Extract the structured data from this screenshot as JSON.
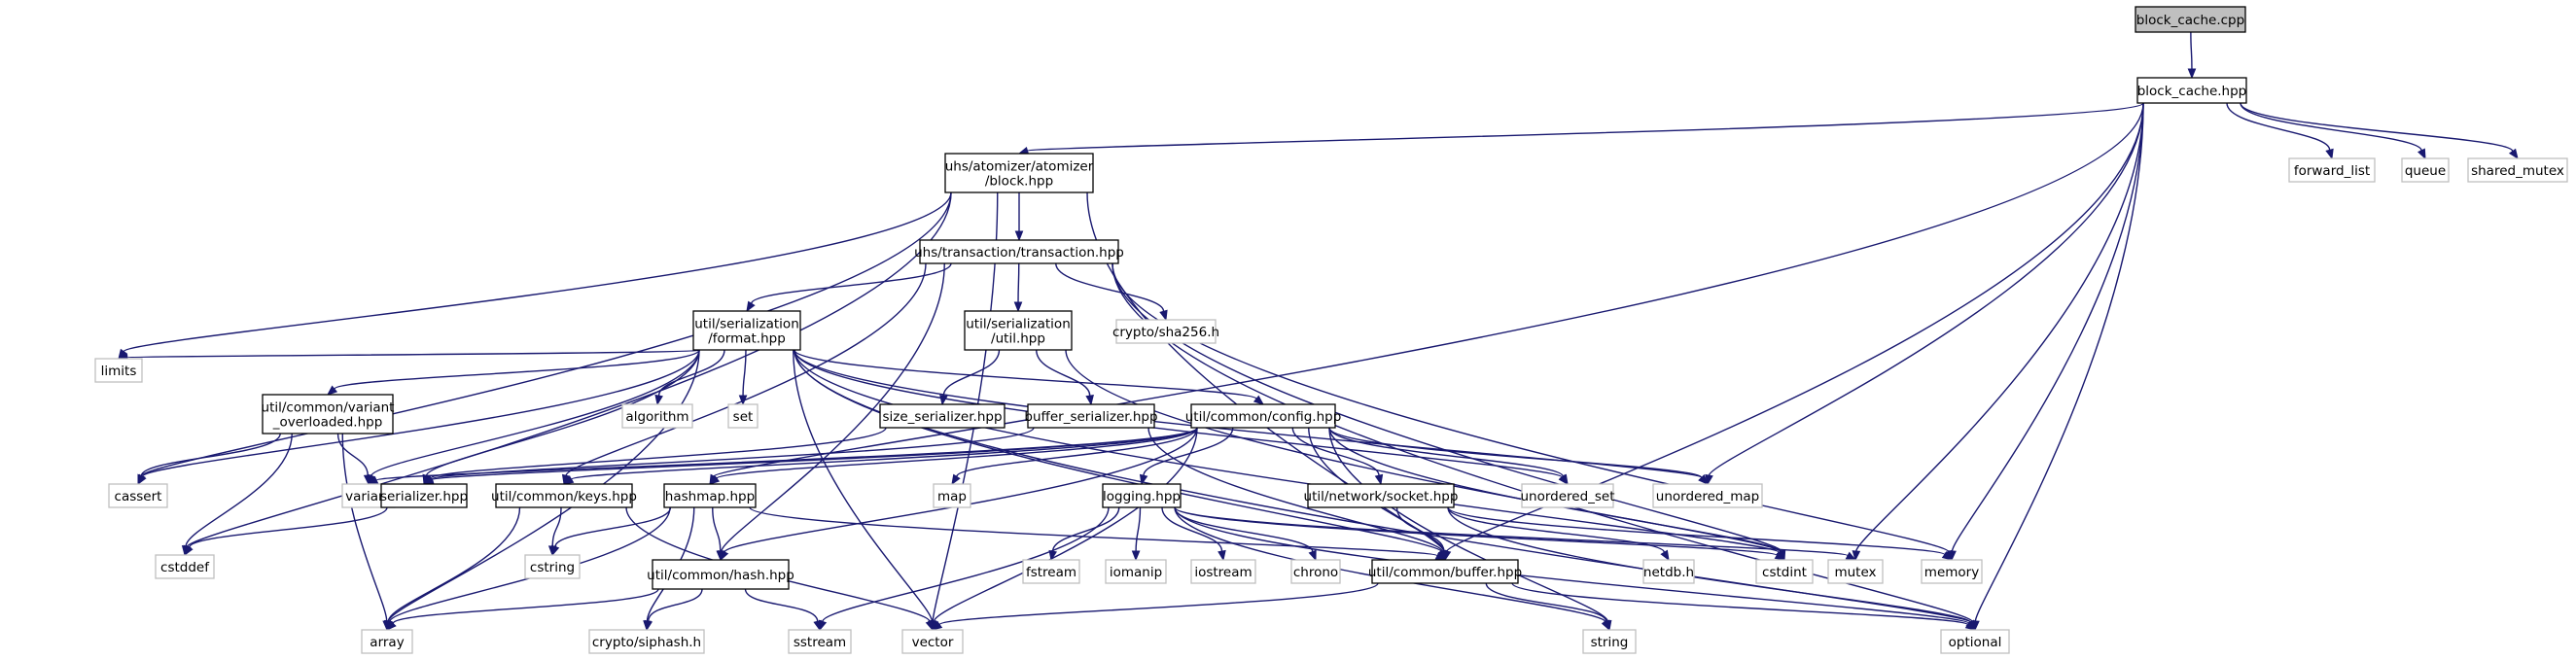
{
  "colors": {
    "edge": "#191970",
    "root_fill": "#bfbfbf",
    "leaf_border": "#bfbfbf",
    "node_border": "#000000"
  },
  "nodes": [
    {
      "id": "block_cache_cpp",
      "lines": [
        "block_cache.cpp"
      ],
      "kind": "root"
    },
    {
      "id": "block_cache_hpp",
      "lines": [
        "block_cache.hpp"
      ],
      "kind": "main"
    },
    {
      "id": "atomizer_block",
      "lines": [
        "uhs/atomizer/atomizer",
        "/block.hpp"
      ],
      "kind": "main"
    },
    {
      "id": "forward_list",
      "lines": [
        "forward_list"
      ],
      "kind": "leaf"
    },
    {
      "id": "queue",
      "lines": [
        "queue"
      ],
      "kind": "leaf"
    },
    {
      "id": "shared_mutex",
      "lines": [
        "shared_mutex"
      ],
      "kind": "leaf"
    },
    {
      "id": "transaction",
      "lines": [
        "uhs/transaction/transaction.hpp"
      ],
      "kind": "main"
    },
    {
      "id": "ser_format",
      "lines": [
        "util/serialization",
        "/format.hpp"
      ],
      "kind": "main"
    },
    {
      "id": "ser_util",
      "lines": [
        "util/serialization",
        "/util.hpp"
      ],
      "kind": "main"
    },
    {
      "id": "sha256",
      "lines": [
        "crypto/sha256.h"
      ],
      "kind": "leaf"
    },
    {
      "id": "limits",
      "lines": [
        "limits"
      ],
      "kind": "leaf"
    },
    {
      "id": "variant_overloaded",
      "lines": [
        "util/common/variant",
        "_overloaded.hpp"
      ],
      "kind": "main"
    },
    {
      "id": "algorithm",
      "lines": [
        "algorithm"
      ],
      "kind": "leaf"
    },
    {
      "id": "set",
      "lines": [
        "set"
      ],
      "kind": "leaf"
    },
    {
      "id": "size_serializer",
      "lines": [
        "size_serializer.hpp"
      ],
      "kind": "main"
    },
    {
      "id": "buffer_serializer",
      "lines": [
        "buffer_serializer.hpp"
      ],
      "kind": "main"
    },
    {
      "id": "config",
      "lines": [
        "util/common/config.hpp"
      ],
      "kind": "main"
    },
    {
      "id": "cassert",
      "lines": [
        "cassert"
      ],
      "kind": "leaf"
    },
    {
      "id": "variant",
      "lines": [
        "variant"
      ],
      "kind": "leaf"
    },
    {
      "id": "serializer",
      "lines": [
        "serializer.hpp"
      ],
      "kind": "main"
    },
    {
      "id": "keys",
      "lines": [
        "util/common/keys.hpp"
      ],
      "kind": "main"
    },
    {
      "id": "hashmap",
      "lines": [
        "hashmap.hpp"
      ],
      "kind": "main"
    },
    {
      "id": "map",
      "lines": [
        "map"
      ],
      "kind": "leaf"
    },
    {
      "id": "logging",
      "lines": [
        "logging.hpp"
      ],
      "kind": "main"
    },
    {
      "id": "socket",
      "lines": [
        "util/network/socket.hpp"
      ],
      "kind": "main"
    },
    {
      "id": "unordered_set",
      "lines": [
        "unordered_set"
      ],
      "kind": "leaf"
    },
    {
      "id": "unordered_map",
      "lines": [
        "unordered_map"
      ],
      "kind": "leaf"
    },
    {
      "id": "cstddef",
      "lines": [
        "cstddef"
      ],
      "kind": "leaf"
    },
    {
      "id": "cstring",
      "lines": [
        "cstring"
      ],
      "kind": "leaf"
    },
    {
      "id": "hash",
      "lines": [
        "util/common/hash.hpp"
      ],
      "kind": "main"
    },
    {
      "id": "fstream",
      "lines": [
        "fstream"
      ],
      "kind": "leaf"
    },
    {
      "id": "iomanip",
      "lines": [
        "iomanip"
      ],
      "kind": "leaf"
    },
    {
      "id": "iostream",
      "lines": [
        "iostream"
      ],
      "kind": "leaf"
    },
    {
      "id": "chrono",
      "lines": [
        "chrono"
      ],
      "kind": "leaf"
    },
    {
      "id": "buffer",
      "lines": [
        "util/common/buffer.hpp"
      ],
      "kind": "main"
    },
    {
      "id": "netdb",
      "lines": [
        "netdb.h"
      ],
      "kind": "leaf"
    },
    {
      "id": "cstdint",
      "lines": [
        "cstdint"
      ],
      "kind": "leaf"
    },
    {
      "id": "mutex",
      "lines": [
        "mutex"
      ],
      "kind": "leaf"
    },
    {
      "id": "memory",
      "lines": [
        "memory"
      ],
      "kind": "leaf"
    },
    {
      "id": "array",
      "lines": [
        "array"
      ],
      "kind": "leaf"
    },
    {
      "id": "siphash",
      "lines": [
        "crypto/siphash.h"
      ],
      "kind": "leaf"
    },
    {
      "id": "sstream",
      "lines": [
        "sstream"
      ],
      "kind": "leaf"
    },
    {
      "id": "vector",
      "lines": [
        "vector"
      ],
      "kind": "leaf"
    },
    {
      "id": "string",
      "lines": [
        "string"
      ],
      "kind": "leaf"
    },
    {
      "id": "optional",
      "lines": [
        "optional"
      ],
      "kind": "leaf"
    }
  ],
  "edges": [
    [
      "block_cache_cpp",
      "block_cache_hpp"
    ],
    [
      "block_cache_hpp",
      "atomizer_block"
    ],
    [
      "block_cache_hpp",
      "forward_list"
    ],
    [
      "block_cache_hpp",
      "queue"
    ],
    [
      "block_cache_hpp",
      "shared_mutex"
    ],
    [
      "block_cache_hpp",
      "hashmap"
    ],
    [
      "block_cache_hpp",
      "unordered_map"
    ],
    [
      "block_cache_hpp",
      "mutex"
    ],
    [
      "block_cache_hpp",
      "memory"
    ],
    [
      "block_cache_hpp",
      "optional"
    ],
    [
      "block_cache_hpp",
      "buffer"
    ],
    [
      "atomizer_block",
      "transaction"
    ],
    [
      "atomizer_block",
      "limits"
    ],
    [
      "atomizer_block",
      "cassert"
    ],
    [
      "atomizer_block",
      "cstddef"
    ],
    [
      "atomizer_block",
      "vector"
    ],
    [
      "atomizer_block",
      "buffer"
    ],
    [
      "transaction",
      "ser_format"
    ],
    [
      "transaction",
      "ser_util"
    ],
    [
      "transaction",
      "sha256"
    ],
    [
      "transaction",
      "keys"
    ],
    [
      "transaction",
      "hash"
    ],
    [
      "transaction",
      "cstdint"
    ],
    [
      "transaction",
      "memory"
    ],
    [
      "transaction",
      "optional"
    ],
    [
      "ser_format",
      "limits"
    ],
    [
      "ser_format",
      "variant_overloaded"
    ],
    [
      "ser_format",
      "algorithm"
    ],
    [
      "ser_format",
      "set"
    ],
    [
      "ser_format",
      "config"
    ],
    [
      "ser_format",
      "cassert"
    ],
    [
      "ser_format",
      "variant"
    ],
    [
      "ser_format",
      "serializer"
    ],
    [
      "ser_format",
      "array"
    ],
    [
      "ser_format",
      "vector"
    ],
    [
      "ser_format",
      "unordered_set"
    ],
    [
      "ser_format",
      "unordered_map"
    ],
    [
      "ser_format",
      "cstdint"
    ],
    [
      "ser_format",
      "optional"
    ],
    [
      "ser_format",
      "buffer"
    ],
    [
      "ser_util",
      "size_serializer"
    ],
    [
      "ser_util",
      "buffer_serializer"
    ],
    [
      "ser_util",
      "cstdint"
    ],
    [
      "size_serializer",
      "serializer"
    ],
    [
      "buffer_serializer",
      "serializer"
    ],
    [
      "buffer_serializer",
      "buffer"
    ],
    [
      "variant_overloaded",
      "variant"
    ],
    [
      "variant_overloaded",
      "cassert"
    ],
    [
      "variant_overloaded",
      "cstddef"
    ],
    [
      "variant_overloaded",
      "array"
    ],
    [
      "config",
      "serializer"
    ],
    [
      "config",
      "keys"
    ],
    [
      "config",
      "hashmap"
    ],
    [
      "config",
      "map"
    ],
    [
      "config",
      "logging"
    ],
    [
      "config",
      "socket"
    ],
    [
      "config",
      "unordered_set"
    ],
    [
      "config",
      "unordered_map"
    ],
    [
      "config",
      "hash"
    ],
    [
      "config",
      "variant"
    ],
    [
      "config",
      "vector"
    ],
    [
      "config",
      "string"
    ],
    [
      "config",
      "buffer"
    ],
    [
      "config",
      "cstdint"
    ],
    [
      "serializer",
      "cstddef"
    ],
    [
      "keys",
      "array"
    ],
    [
      "keys",
      "cstring"
    ],
    [
      "keys",
      "vector"
    ],
    [
      "hashmap",
      "hash"
    ],
    [
      "hashmap",
      "array"
    ],
    [
      "hashmap",
      "cstring"
    ],
    [
      "hashmap",
      "siphash"
    ],
    [
      "hashmap",
      "buffer"
    ],
    [
      "hash",
      "array"
    ],
    [
      "hash",
      "siphash"
    ],
    [
      "hash",
      "sstream"
    ],
    [
      "logging",
      "fstream"
    ],
    [
      "logging",
      "iomanip"
    ],
    [
      "logging",
      "iostream"
    ],
    [
      "logging",
      "chrono"
    ],
    [
      "logging",
      "sstream"
    ],
    [
      "logging",
      "mutex"
    ],
    [
      "logging",
      "string"
    ],
    [
      "logging",
      "optional"
    ],
    [
      "logging",
      "cstdint"
    ],
    [
      "socket",
      "buffer"
    ],
    [
      "socket",
      "netdb"
    ],
    [
      "socket",
      "memory"
    ],
    [
      "socket",
      "optional"
    ],
    [
      "buffer",
      "string"
    ],
    [
      "buffer",
      "vector"
    ],
    [
      "buffer",
      "optional"
    ]
  ]
}
